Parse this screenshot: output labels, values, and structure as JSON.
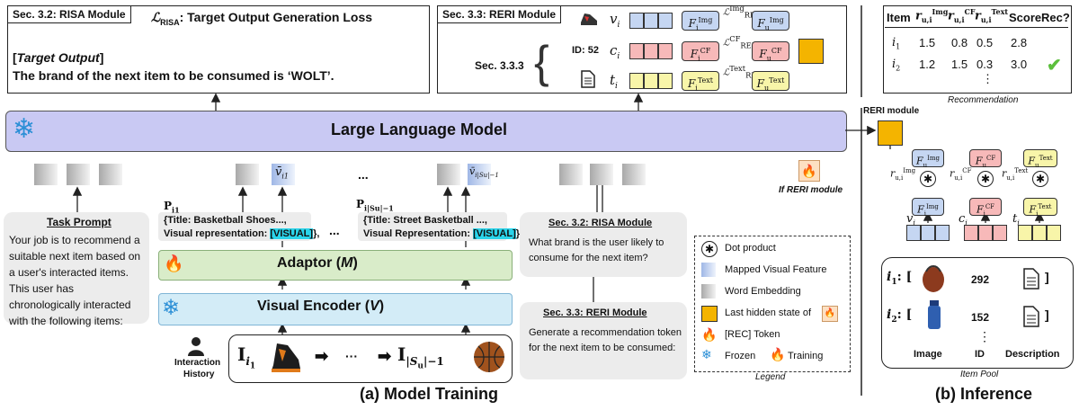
{
  "risa_output": {
    "tag": "Sec. 3.2: RISA Module",
    "loss": "ℒRISA: Target Output Generation Loss",
    "target_label": "[Target Output]",
    "target_text": "The brand of the next item to be consumed is ‘WOLT’."
  },
  "reri_module": {
    "tag": "Sec. 3.3: RERI Module",
    "sub": "Sec. 3.3.3",
    "id_label": "ID: 52",
    "v": "vi",
    "c": "ci",
    "t": "ti",
    "f_img": "FiImg",
    "f_cf": "FiCF",
    "f_text": "FiText",
    "fu_img": "FuImg",
    "fu_cf": "FuCF",
    "fu_text": "FuText",
    "l_img": "ℒRERIImg",
    "l_cf": "ℒRERICF",
    "l_text": "ℒRERIText"
  },
  "recommendation": {
    "headers": [
      "Item",
      "ru,iImg",
      "ru,iCF",
      "ru,iText",
      "Score",
      "Rec?"
    ],
    "rows": [
      {
        "item": "i1",
        "img": "1.5",
        "cf": "0.8",
        "text": "0.5",
        "score": "2.8",
        "rec": ""
      },
      {
        "item": "i2",
        "img": "1.2",
        "cf": "1.5",
        "text": "0.3",
        "score": "3.0",
        "rec": "✔"
      }
    ],
    "dots": "⋮",
    "caption": "Recommendation"
  },
  "llm": {
    "label": "Large Language Model"
  },
  "reri_side_label": "RERI module",
  "if_reri": "If RERI module",
  "task_prompt": {
    "title": "Task Prompt",
    "text": "Your job is to recommend a suitable next item based on a user's interacted items. This user has chronologically interacted with the following items:"
  },
  "items": {
    "p1": "Pi1",
    "p1_line1": "{Title: Basketball Shoes...,",
    "p1_line2a": "Visual representation: ",
    "p1_visual": "[VISUAL]",
    "p1_line2b": "},",
    "ellipsis": "...",
    "p2": "Pi|Su|−1",
    "p2_line1": "{Title: Street Basketball ...,",
    "p2_line2a": "Visual Representation: ",
    "p2_visual": "[VISUAL]",
    "p2_line2b": "}",
    "v1": "v̄i1",
    "v2": "v̄i|Su|−1"
  },
  "adaptor": {
    "label": "Adaptor (M)"
  },
  "encoder": {
    "label": "Visual Encoder (V)"
  },
  "history": {
    "label_line1": "Interaction",
    "label_line2": "History",
    "i1": "Ii1",
    "dots": "···",
    "i2": "I|Su|−1"
  },
  "risa_prompt": {
    "title": "Sec. 3.2: RISA Module",
    "text": "What brand is the user likely to consume for the next item?"
  },
  "reri_prompt": {
    "title": "Sec. 3.3: RERI Module",
    "text": "Generate a recommendation token for the next item to be consumed:"
  },
  "legend": {
    "items": [
      "Dot product",
      "Mapped Visual Feature",
      "Word Embedding",
      "Last hidden state of",
      "[REC] Token",
      "Frozen",
      "Training"
    ],
    "caption": "Legend"
  },
  "inference": {
    "fu_img": "FuImg",
    "fu_cf": "FuCF",
    "fu_text": "FuText",
    "r_img": "ru,iImg",
    "r_cf": "ru,iCF",
    "r_text": "ru,iText",
    "fi_img": "FiImg",
    "fi_cf": "FiCF",
    "fi_text": "FiText",
    "v": "vi",
    "c": "ci",
    "t": "ti",
    "pool_i1": "i1: [",
    "pool_i2": "i2: [",
    "id1": "292",
    "id2": "152",
    "close": "]",
    "col_image": "Image",
    "col_id": "ID",
    "col_desc": "Description",
    "dots": "⋮",
    "caption": "Item Pool"
  },
  "captions": {
    "training": "(a) Model Training",
    "inference": "(b) Inference"
  },
  "colors": {
    "llm": "#c9c9f3",
    "adaptor": "#d9ecc9",
    "encoder": "#d3ecf7",
    "img": "#c5d6f2",
    "cf": "#f7b9b9",
    "text": "#f8f5a9",
    "hidden": "#f4b400",
    "visual_tag": "#2ad4ea",
    "check": "#5cbf3c"
  }
}
